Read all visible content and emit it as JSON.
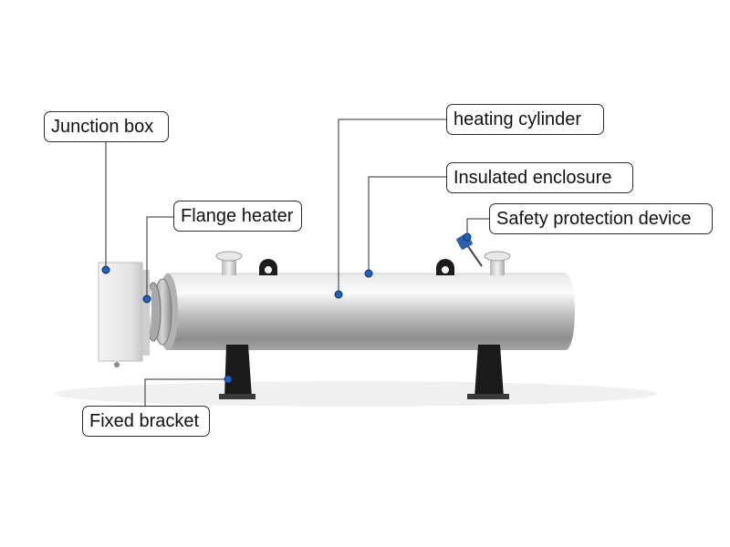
{
  "labels": {
    "junction_box": "Junction box",
    "flange_heater": "Flange heater",
    "heating_cylinder": "heating cylinder",
    "insulated_enclosure": "Insulated enclosure",
    "safety_protection_device": "Safety protection device",
    "fixed_bracket": "Fixed bracket"
  },
  "colors": {
    "background": "#ffffff",
    "callout_line": "#2b2b2b",
    "marker_dot": "#1f5fbf",
    "cylinder_steel": "#c9c9c9",
    "bracket_black": "#1a1a1a"
  }
}
